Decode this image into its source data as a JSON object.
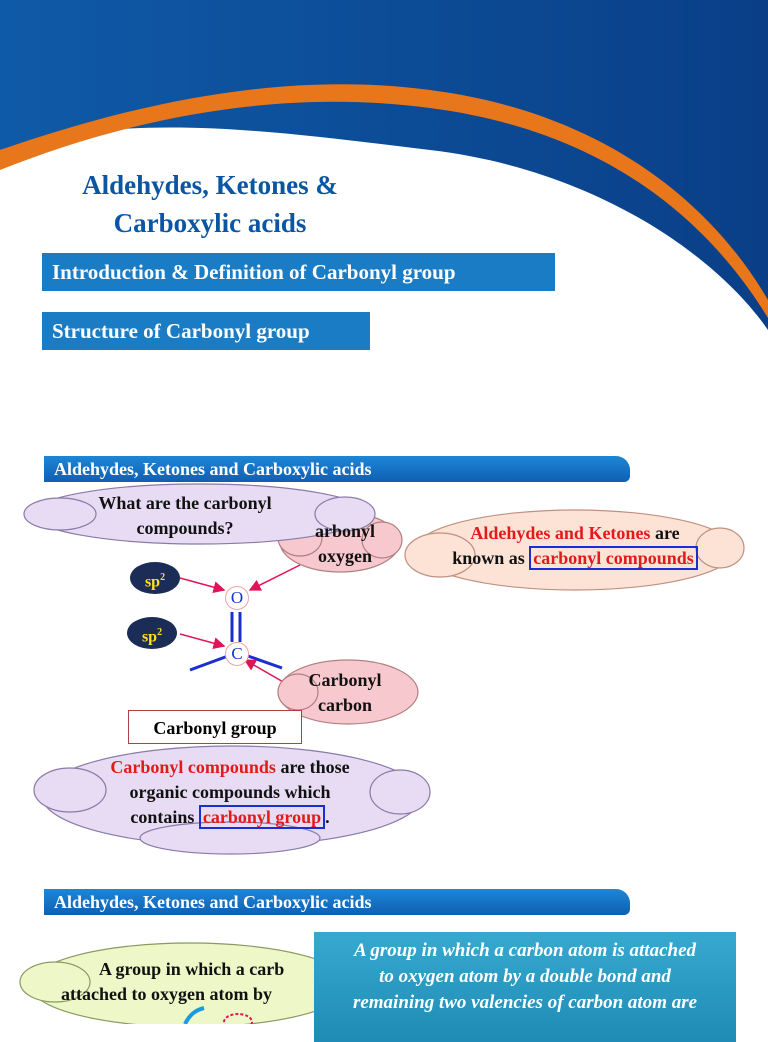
{
  "header": {
    "title_line1": "Aldehydes, Ketones &",
    "title_line2": "Carboxylic acids",
    "topic1": "Introduction & Definition of Carbonyl group",
    "topic2": "Structure of Carbonyl group"
  },
  "slide1": {
    "section_title": "Aldehydes, Ketones and Carboxylic acids",
    "question_line1": "What are the carbonyl",
    "question_line2": "compounds?",
    "carbonyl_oxygen_line1": "arbonyl",
    "carbonyl_oxygen_line2": "oxygen",
    "ak_red": "Aldehydes and Ketones",
    "ak_rest": "are",
    "ak_line2_prefix": "known as",
    "ak_boxed": "carbonyl compounds",
    "sp_label": "sp",
    "sp_sup": "2",
    "atom_o": "O",
    "atom_c": "C",
    "carbonyl_carbon_line1": "Carbonyl",
    "carbonyl_carbon_line2": "carbon",
    "group_label": "Carbonyl group",
    "def_red": "Carbonyl compounds",
    "def_rest1": "are those",
    "def_line2": "organic compounds which",
    "def_line3_prefix": "contains",
    "def_boxed": "carbonyl group",
    "def_period": "."
  },
  "slide2": {
    "section_title": "Aldehydes, Ketones and Carboxylic acids",
    "cloud_line1": "A group in which a carb",
    "cloud_line2": "attached to oxygen atom by",
    "box_line1": "A group in which a carbon atom is attached",
    "box_line2": "to oxygen atom by a double bond and",
    "box_line3": "remaining two valencies of carbon atom are"
  },
  "colors": {
    "title_blue": "#0b56a4",
    "banner_orange": "#e8761b",
    "banner_blue": "#0d4f9e",
    "highlight_red": "#e11b1b",
    "box_teal": "#2a9bc4"
  }
}
